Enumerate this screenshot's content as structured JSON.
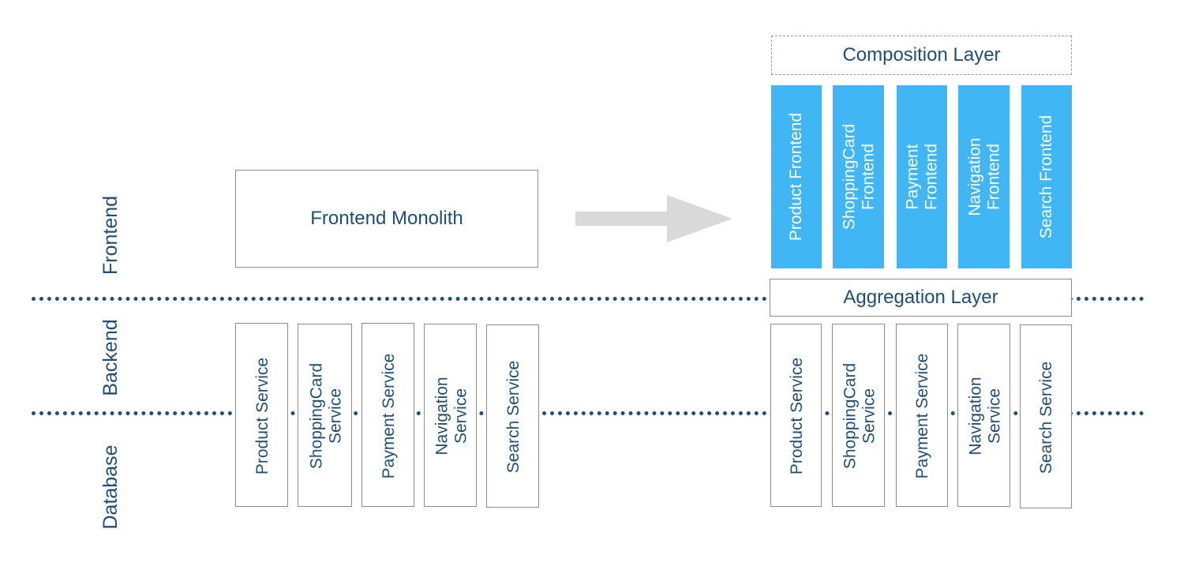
{
  "layers": {
    "frontend": "Frontend",
    "backend": "Backend",
    "database": "Database"
  },
  "left": {
    "monolith": "Frontend Monolith",
    "services": [
      {
        "lines": [
          "Product Service"
        ]
      },
      {
        "lines": [
          "ShoppingCard",
          "Service"
        ]
      },
      {
        "lines": [
          "Payment Service"
        ]
      },
      {
        "lines": [
          "Navigation",
          "Service"
        ]
      },
      {
        "lines": [
          "Search Service"
        ]
      }
    ]
  },
  "right": {
    "composition_layer": "Composition Layer",
    "aggregation_layer": "Aggregation Layer",
    "frontends": [
      {
        "lines": [
          "Product Frontend"
        ]
      },
      {
        "lines": [
          "ShoppingCard",
          "Frontend"
        ]
      },
      {
        "lines": [
          "Payment",
          "Frontend"
        ]
      },
      {
        "lines": [
          "Navigation",
          "Frontend"
        ]
      },
      {
        "lines": [
          "Search Frontend"
        ]
      }
    ],
    "services": [
      {
        "lines": [
          "Product Service"
        ]
      },
      {
        "lines": [
          "ShoppingCard",
          "Service"
        ]
      },
      {
        "lines": [
          "Payment Service"
        ]
      },
      {
        "lines": [
          "Navigation",
          "Service"
        ]
      },
      {
        "lines": [
          "Search Service"
        ]
      }
    ]
  },
  "colors": {
    "text": "#1f4e79",
    "frontend_fill": "#41b6f4",
    "arrow": "#d9d9d9",
    "border": "#8c8c8c"
  }
}
